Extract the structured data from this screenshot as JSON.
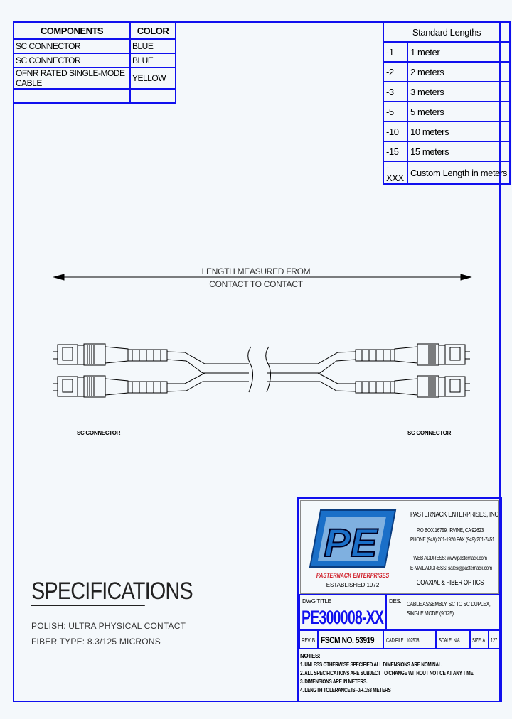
{
  "components": {
    "headers": [
      "COMPONENTS",
      "COLOR"
    ],
    "rows": [
      [
        "SC CONNECTOR",
        "BLUE"
      ],
      [
        "SC CONNECTOR",
        "BLUE"
      ],
      [
        "OFNR RATED SINGLE-MODE CABLE",
        "YELLOW"
      ],
      [
        "",
        ""
      ]
    ]
  },
  "lengths": {
    "title": "Standard Lengths",
    "rows": [
      [
        "-1",
        "1 meter"
      ],
      [
        "-2",
        "2 meters"
      ],
      [
        "-3",
        "3 meters"
      ],
      [
        "-5",
        "5 meters"
      ],
      [
        "-10",
        "10 meters"
      ],
      [
        "-15",
        "15 meters"
      ],
      [
        "-XXX",
        "Custom Length in meters"
      ]
    ]
  },
  "drawing": {
    "dimension_line1": "LENGTH MEASURED FROM",
    "dimension_line2": "CONTACT TO CONTACT",
    "left_label": "SC CONNECTOR",
    "right_label": "SC CONNECTOR"
  },
  "specs": {
    "title": "SPECIFICATIONS",
    "lines": [
      "POLISH: ULTRA PHYSICAL CONTACT",
      "FIBER TYPE: 8.3/125 MICRONS"
    ]
  },
  "company": {
    "logo_text": "PE",
    "logo_name": "PASTERNACK ENTERPRISES",
    "established": "ESTABLISHED 1972",
    "name": "PASTERNACK ENTERPRISES, INC.",
    "address": "P.O BOX 16759, IRVINE, CA 92623",
    "phone": "PHONE (949) 261-1920 FAX (949) 261-7451",
    "web": "WEB ADDRESS: www.pasternack.com",
    "email": "E-MAIL ADDRESS: sales@pasternack.com",
    "tagline": "COAXIAL & FIBER OPTICS"
  },
  "title_block": {
    "dwg_title_label": "DWG TITLE",
    "part_number": "PE300008-XX",
    "des_label": "DES.",
    "description1": "CABLE ASSEMBLY, SC TO SC DUPLEX,",
    "description2": "SINGLE MODE (9/125)",
    "rev": "REV. B",
    "fscm": "FSCM NO. 53919",
    "cad_file": "CAD FILE   102508",
    "scale": "SCALE  N/A",
    "size": "SIZE  A",
    "sheet": "127"
  },
  "notes": {
    "label": "NOTES:",
    "items": [
      "1.  UNLESS OTHERWISE SPECIFIED ALL DIMENSIONS ARE NOMINAL.",
      "2.  ALL SPECIFICATIONS ARE SUBJECT TO CHANGE WITHOUT NOTICE AT ANY TIME.",
      "3.  DIMENSIONS ARE IN METERS.",
      "4.  LENGTH TOLERANCE IS -0/+.153 METERS"
    ]
  },
  "colors": {
    "border": "#1010ee",
    "logo_blue": "#1a6fc8",
    "logo_red": "#d0202a"
  }
}
